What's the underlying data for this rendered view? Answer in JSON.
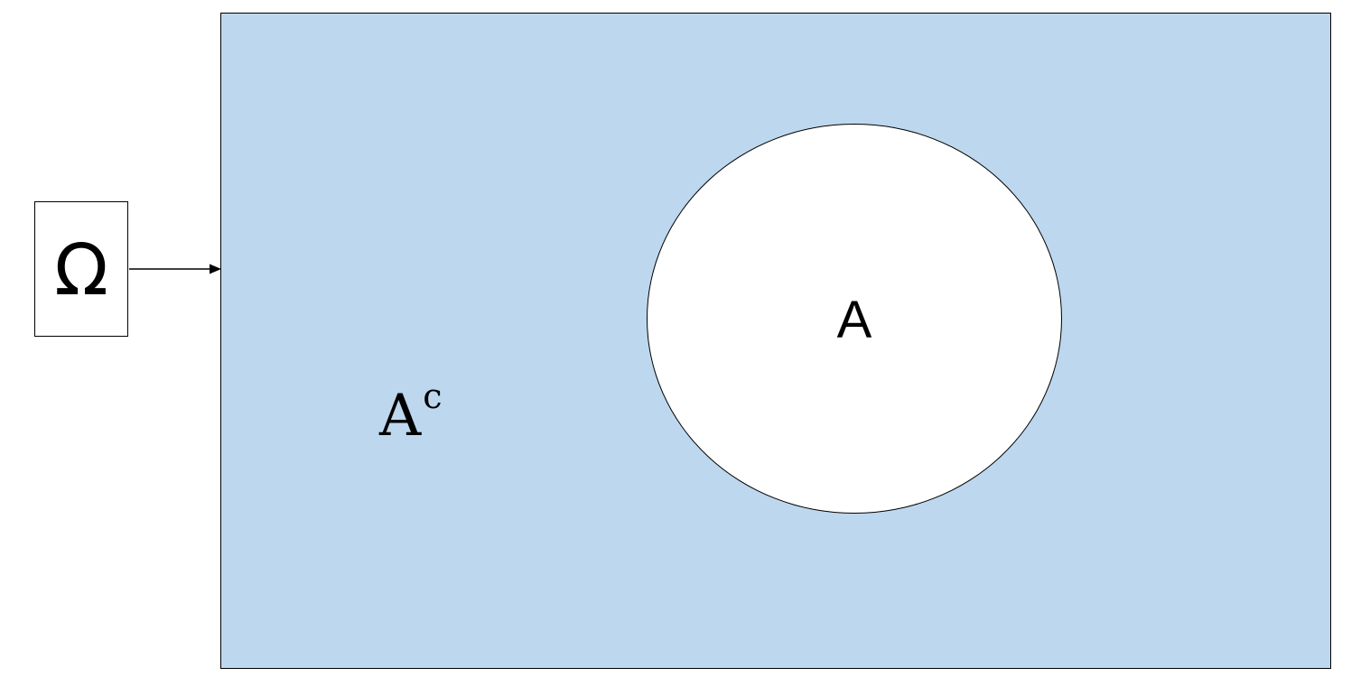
{
  "diagram": {
    "sample_space_label": "Ω",
    "set_label": "A",
    "complement_label": {
      "base": "A",
      "superscript": "c"
    },
    "colors": {
      "universe_fill": "#bdd7ee",
      "set_fill": "#ffffff",
      "stroke": "#000000",
      "label_box_fill": "#ffffff"
    }
  }
}
